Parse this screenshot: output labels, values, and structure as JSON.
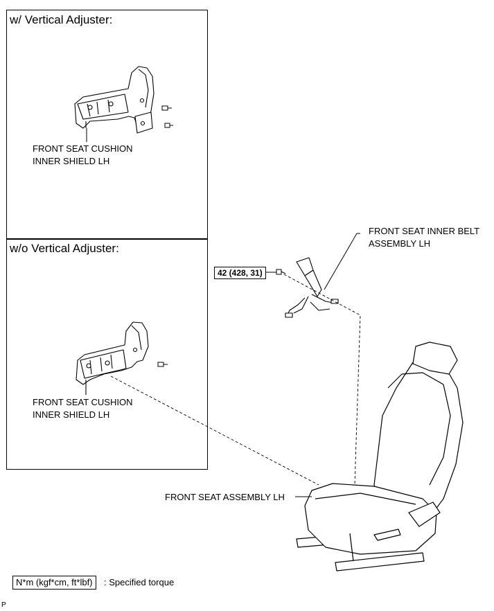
{
  "panels": {
    "with_adjuster": {
      "title": "w/ Vertical Adjuster:",
      "part_label_line1": "FRONT SEAT CUSHION",
      "part_label_line2": "INNER SHIELD LH"
    },
    "without_adjuster": {
      "title": "w/o Vertical Adjuster:",
      "part_label_line1": "FRONT SEAT CUSHION",
      "part_label_line2": "INNER SHIELD LH"
    }
  },
  "belt": {
    "label_line1": "FRONT SEAT INNER BELT",
    "label_line2": "ASSEMBLY LH",
    "torque": "42 (428, 31)"
  },
  "seat": {
    "label": "FRONT SEAT ASSEMBLY LH"
  },
  "legend": {
    "unit": "N*m (kgf*cm, ft*lbf)",
    "description": ": Specified torque"
  },
  "corner_mark": "P"
}
